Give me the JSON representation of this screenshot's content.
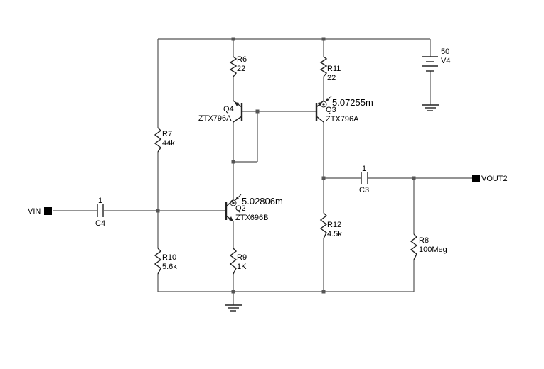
{
  "power_supply": {
    "name": "V4",
    "value": "50"
  },
  "ports": {
    "input": "VIN",
    "output": "VOUT2"
  },
  "resistors": {
    "r6": {
      "name": "R6",
      "value": "22"
    },
    "r11": {
      "name": "R11",
      "value": "22"
    },
    "r7": {
      "name": "R7",
      "value": "44k"
    },
    "r10": {
      "name": "R10",
      "value": "5.6k"
    },
    "r9": {
      "name": "R9",
      "value": "1K"
    },
    "r12": {
      "name": "R12",
      "value": "4.5k"
    },
    "r8": {
      "name": "R8",
      "value": "100Meg"
    }
  },
  "capacitors": {
    "c4": {
      "name": "C4",
      "value": "1"
    },
    "c3": {
      "name": "C3",
      "value": "1"
    }
  },
  "transistors": {
    "q4": {
      "name": "Q4",
      "model": "ZTX796A"
    },
    "q3": {
      "name": "Q3",
      "model": "ZTX796A"
    },
    "q2": {
      "name": "Q2",
      "model": "ZTX696B"
    }
  },
  "probes": {
    "q3_current": "5.07255m",
    "q2_current": "5.02806m"
  }
}
